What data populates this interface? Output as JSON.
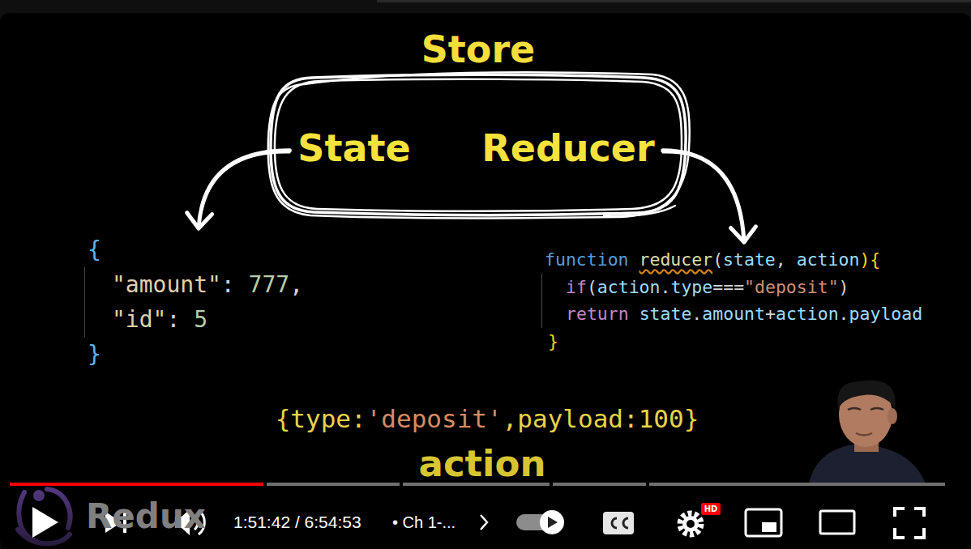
{
  "diagram": {
    "nodes": [
      {
        "text": [
          "Store"
        ]
      },
      {
        "text": [
          "State"
        ],
        "in": 0
      },
      {
        "text": [
          "Reducer"
        ],
        "in": 0
      },
      {
        "text": [
          "{",
          "\"amount\": 777,",
          "\"id\": 5",
          "}"
        ]
      },
      {
        "text": [
          "function reducer(state, action){",
          "if(action.type===\"deposit\")",
          "return state.amount+action.payload",
          "}"
        ]
      }
    ],
    "edges": [
      {
        "from": 1,
        "to": 3,
        "arrow": "to"
      },
      {
        "from": 2,
        "to": 4,
        "arrow": "to"
      }
    ],
    "labels": [
      "{type:'deposit',payload:100}",
      "action",
      "Redux",
      "1:51:42 / 6:54:53",
      "• Ch 1-...",
      "HD"
    ]
  }
}
